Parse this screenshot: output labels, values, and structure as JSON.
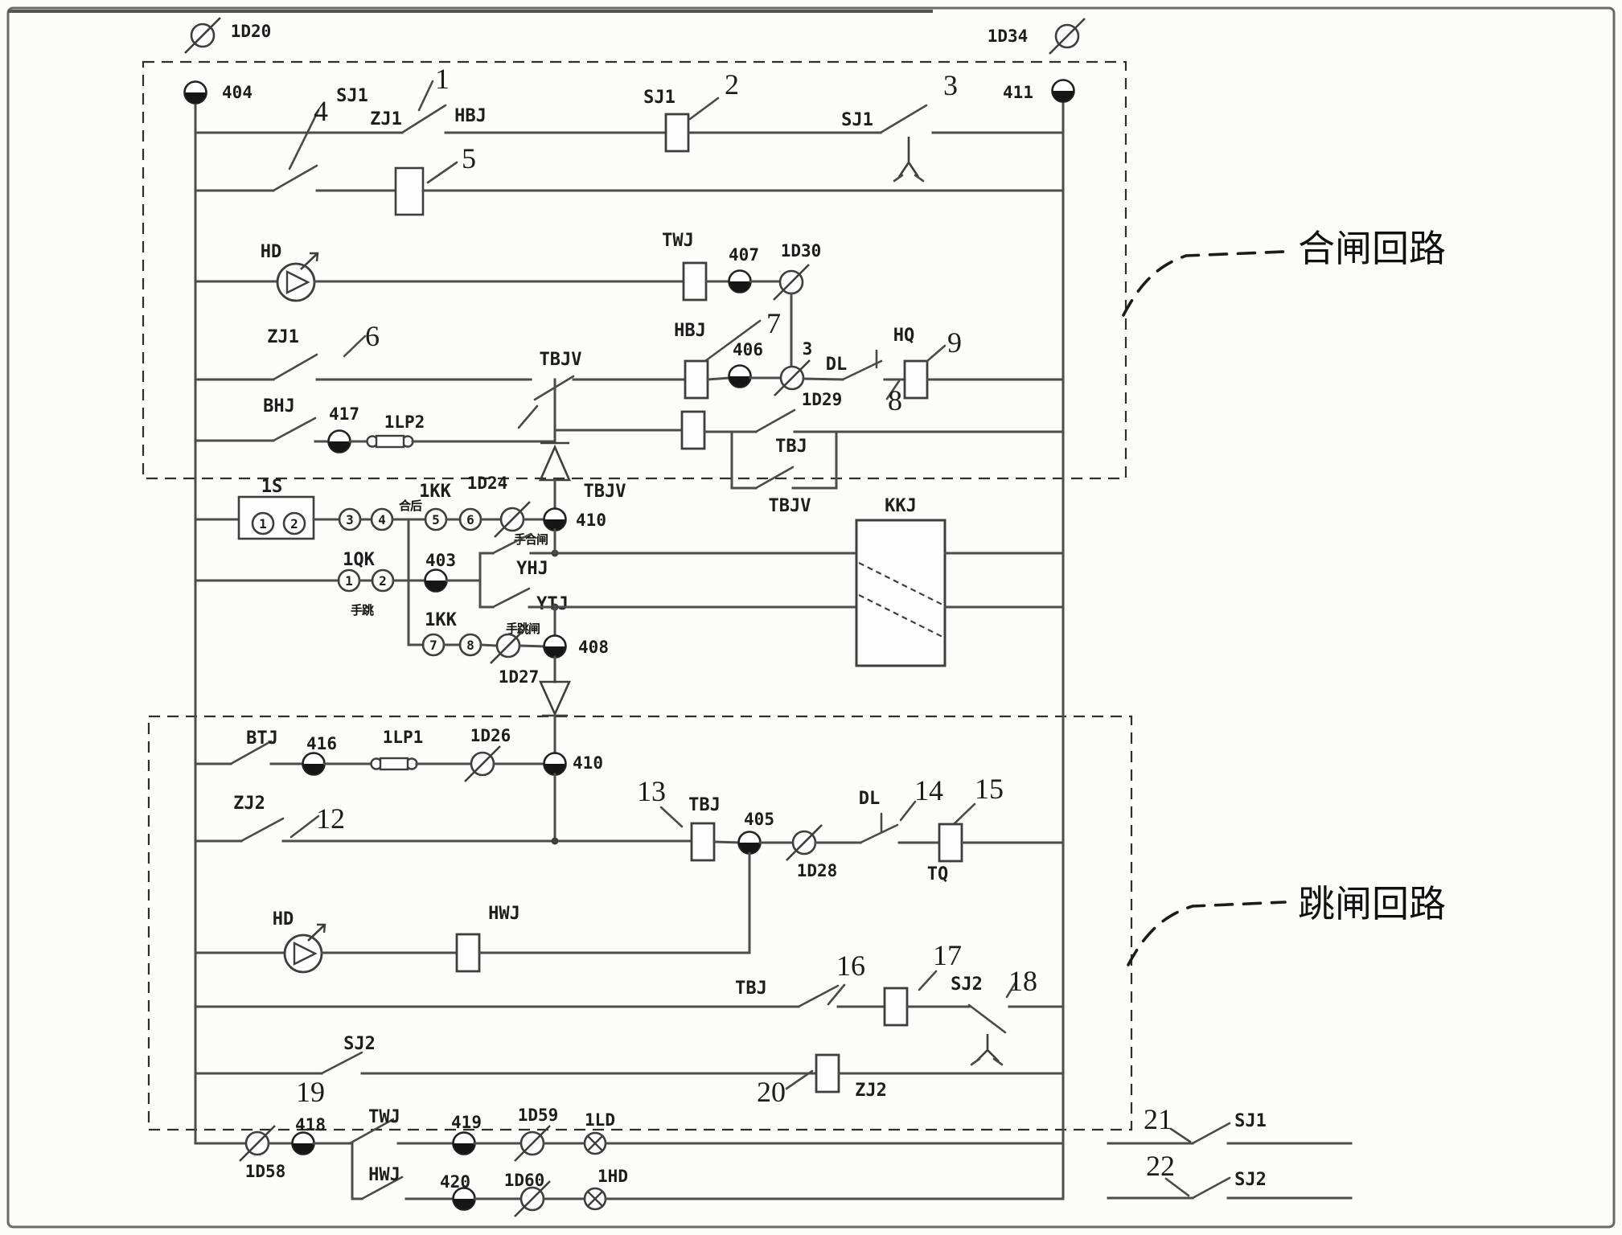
{
  "figure": {
    "closing_label": "合闸回路",
    "tripping_label": "跳闸回路"
  },
  "top": {
    "d20": "1D20",
    "t404": "404",
    "d34": "1D34",
    "t411": "411"
  },
  "close": {
    "sj1_a": "SJ1",
    "n1": "1",
    "hbj": "HBJ",
    "sj1_coil": "SJ1",
    "n2": "2",
    "sj1_b": "SJ1",
    "n3": "3",
    "n4": "4",
    "zj1_coil": "ZJ1",
    "n5": "5",
    "hd": "HD",
    "twj": "TWJ",
    "t407": "407",
    "d30": "1D30",
    "zj1": "ZJ1",
    "n6": "6",
    "tbjv": "TBJV",
    "hbj_coil": "HBJ",
    "n7": "7",
    "t406": "406",
    "n3b": "3",
    "d29": "1D29",
    "dl": "DL",
    "n8": "8",
    "hq": "HQ",
    "n9": "9",
    "bhj": "BHJ",
    "t417": "417",
    "lp2": "1LP2",
    "tbjv_coil": "TBJV",
    "tbj": "TBJ",
    "tbjv_b": "TBJV"
  },
  "mid": {
    "s1": "1S",
    "kk_a": "1KK",
    "kk_b": "1KK",
    "qk": "1QK",
    "kkj": "KKJ",
    "c1": "1",
    "c2": "2",
    "c3": "3",
    "c4": "4",
    "c5": "5",
    "c6": "6",
    "c7": "7",
    "c8": "8",
    "q1": "1",
    "q2": "2",
    "d24": "1D24",
    "t410": "410",
    "t403": "403",
    "yhj": "YHJ",
    "ytj": "YTJ",
    "d27": "1D27",
    "t408": "408",
    "mark_a": "合后",
    "mark_b": "手合闸",
    "mark_c": "手跳",
    "mark_d": "手跳闸"
  },
  "trip": {
    "btj": "BTJ",
    "t416": "416",
    "lp1": "1LP1",
    "d26": "1D26",
    "t410": "410",
    "zj2": "ZJ2",
    "n12": "12",
    "n13": "13",
    "tbj_coil": "TBJ",
    "t405": "405",
    "d28": "1D28",
    "dl": "DL",
    "n14": "14",
    "n15": "15",
    "tq": "TQ",
    "hd": "HD",
    "hwj_coil": "HWJ",
    "tbj": "TBJ",
    "n16": "16",
    "sj2_coil": "SJ2",
    "n17": "17",
    "sj2": "SJ2",
    "n18": "18",
    "sj2_b": "SJ2",
    "n19": "19",
    "n20": "20",
    "zj2_coil": "ZJ2"
  },
  "bottom": {
    "d58": "1D58",
    "t418": "418",
    "twj": "TWJ",
    "t419": "419",
    "d59": "1D59",
    "ld": "1LD",
    "hwj": "HWJ",
    "t420": "420",
    "d60": "1D60",
    "hd": "1HD",
    "n21": "21",
    "sj1": "SJ1",
    "n22": "22",
    "sj2": "SJ2"
  }
}
